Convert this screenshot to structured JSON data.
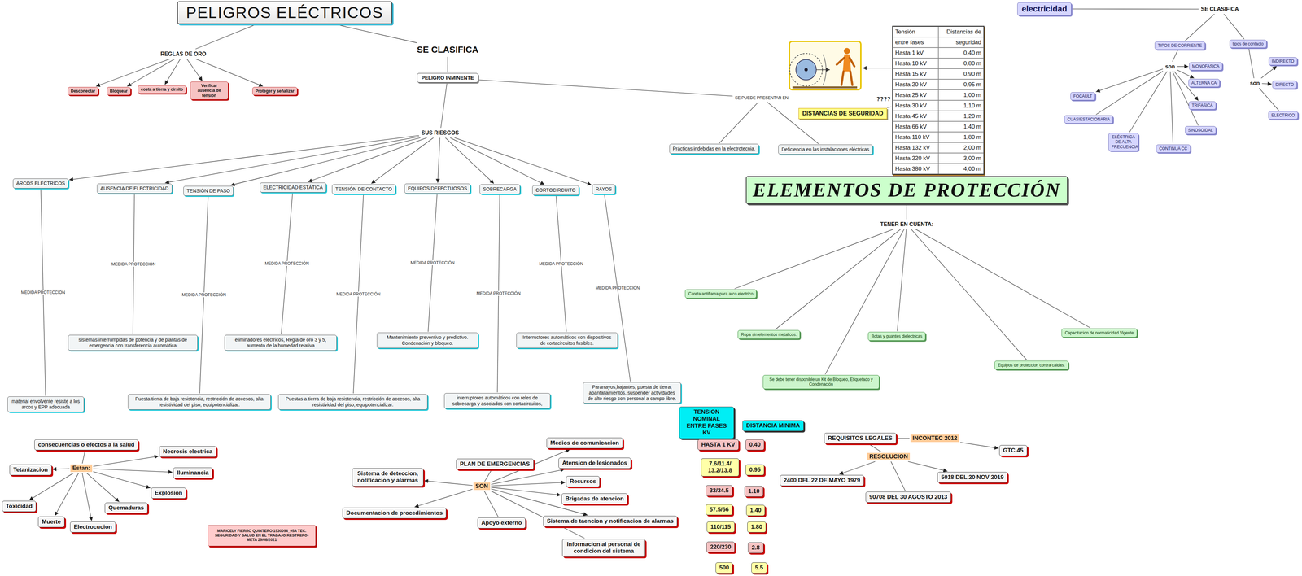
{
  "diagram": {
    "nodes": [
      {
        "text": [
          "PELIGROS ELÉCTRICOS"
        ]
      },
      {
        "text": [
          "REGLAS DE ORO"
        ]
      },
      {
        "text": [
          "SE CLASIFICA"
        ]
      },
      {
        "text": [
          "Desconectar"
        ]
      },
      {
        "text": [
          "Bloquear"
        ]
      },
      {
        "text": [
          "costa a tierra  y cirsito"
        ]
      },
      {
        "text": [
          "Verificar ausencia de tension"
        ]
      },
      {
        "text": [
          "Proteger y señalizar"
        ]
      },
      {
        "text": [
          "PELIGRO INMINENTE"
        ]
      },
      {
        "text": [
          "SUS RIESGOS"
        ]
      },
      {
        "text": [
          "SE PUEDE PRESENTAR EN:"
        ]
      },
      {
        "text": [
          "Prácticas indebidas en la electrotecnia."
        ]
      },
      {
        "text": [
          "Deficiencia en las instalaciones eléctricas"
        ]
      },
      {
        "text": [
          "ARCOS ELÉCTRICOS"
        ]
      },
      {
        "text": [
          "AUSENCIA DE ELECTRICIDAD"
        ]
      },
      {
        "text": [
          "TENSIÓN DE PASO"
        ]
      },
      {
        "text": [
          "ELECTRICIDAD ESTÁTICA"
        ]
      },
      {
        "text": [
          "TENSIÓN DE CONTACTO"
        ]
      },
      {
        "text": [
          "EQUIPOS DEFECTUOSOS"
        ]
      },
      {
        "text": [
          "SOBRECARGA"
        ]
      },
      {
        "text": [
          "CORTOCIRCUITO"
        ]
      },
      {
        "text": [
          "RAYOS"
        ]
      },
      {
        "text": [
          "material envolvente resiste a los arcos y EPP adecuada"
        ]
      },
      {
        "text": [
          "sistemas interrumpidas de potencia y de plantas de emergencia con transferencia automática"
        ]
      },
      {
        "text": [
          "Puesta tierra de baja resistencia, restricción de accesos, alta resistividad del piso, equipotencializar."
        ]
      },
      {
        "text": [
          "eliminadores eléctricos,  Regla de oro 3 y 5, aumento de la humedad relativa"
        ]
      },
      {
        "text": [
          "Puestas a tierra de baja resistencia, restricción de accesos, alta resistividad del piso, equipotencializar."
        ]
      },
      {
        "text": [
          "Mantenimiento preventivo y predictivo. Condenación y bloqueo."
        ]
      },
      {
        "text": [
          "interruptores automáticos con reles de sobrecarga y asociados con cortacircuitos,"
        ]
      },
      {
        "text": [
          "Interructores automáticos con dispositivos de cortacircuitos fusibles."
        ]
      },
      {
        "text": [
          "Pararrayos,bajantes, puesta de tierra, apantallamientos, suspender actividades de alto riesgo con personal a campo libre."
        ]
      },
      {
        "text": [
          "electricidad"
        ]
      },
      {
        "text": [
          "SE CLASIFICA"
        ]
      },
      {
        "text": [
          "TIPOS DE CORRIENTE"
        ]
      },
      {
        "text": [
          "tipos de contacto"
        ]
      },
      {
        "text": [
          "son"
        ]
      },
      {
        "text": [
          "son"
        ]
      },
      {
        "text": [
          "MONOFASICA"
        ]
      },
      {
        "text": [
          "ALTERNA CA"
        ]
      },
      {
        "text": [
          "TRIFASICA"
        ]
      },
      {
        "text": [
          "SINOSOIDAL"
        ]
      },
      {
        "text": [
          "CONTINUA CC"
        ]
      },
      {
        "text": [
          "ELÉCTRICA DE ALTA FRECUENCIA"
        ]
      },
      {
        "text": [
          "CUASIESTACIONARIA"
        ]
      },
      {
        "text": [
          "FOCAULT"
        ]
      },
      {
        "text": [
          "INDIRECTO"
        ]
      },
      {
        "text": [
          "DIRECTO"
        ]
      },
      {
        "text": [
          "ELECTRICO"
        ]
      },
      {
        "text": [
          "Tensión",
          "Distancias de",
          "entre fases",
          "seguridad",
          "Hasta 1 kV",
          "0,40 m",
          "Hasta 10 kV",
          "0,80 m",
          "Hasta 15 kV",
          "0,90 m",
          "Hasta 20 kV",
          "0,95 m",
          "Hasta 25 kV",
          "1,00 m",
          "Hasta 30 kV",
          "1,10 m",
          "Hasta 45 kV",
          "1,20 m",
          "Hasta 66 kV",
          "1,40 m",
          "Hasta 110 kV",
          "1,80 m",
          "Hasta 132 kV",
          "2,00 m",
          "Hasta 220 kV",
          "3,00 m",
          "Hasta 380 kV",
          "4,00 m"
        ]
      },
      {
        "text": [
          "DISTANCIAS DE SEGURIDAD"
        ]
      },
      {
        "text": [
          "ELEMENTOS DE PROTECCIÓN"
        ]
      },
      {
        "text": [
          "TENER EN CUENTA:"
        ]
      },
      {
        "text": [
          "Careta antiflama para arco electrico"
        ]
      },
      {
        "text": [
          "Ropa  sin elementos metalicos."
        ]
      },
      {
        "text": [
          "Se debe tener disponible un Kit de Bloqueo, Etiquetado y Condenación"
        ]
      },
      {
        "text": [
          "Botas y guantes dielectricas"
        ]
      },
      {
        "text": [
          "Equipos de proteccion contra caidas."
        ]
      },
      {
        "text": [
          "Capacitacion  de normaticidad Vigente"
        ]
      },
      {
        "text": [
          "consecuencias o efectos a la salud"
        ]
      },
      {
        "text": [
          "Estan:"
        ]
      },
      {
        "text": [
          "Tetanizacion"
        ]
      },
      {
        "text": [
          "Toxicidad"
        ]
      },
      {
        "text": [
          "Muerte"
        ]
      },
      {
        "text": [
          "Electrocucion"
        ]
      },
      {
        "text": [
          "Quemaduras"
        ]
      },
      {
        "text": [
          "Explosion"
        ]
      },
      {
        "text": [
          "Iluminancia"
        ]
      },
      {
        "text": [
          "Necrosis electrica"
        ]
      },
      {
        "text": [
          "MARICELY FIERRO QUINTERO 1530094_95A TEC. SEGURIDAD Y SALUD EN EL TRABAJO RESTREPO-META 29/08/2021"
        ]
      },
      {
        "text": [
          "PLAN DE EMERGENCIAS"
        ]
      },
      {
        "text": [
          "SON"
        ]
      },
      {
        "text": [
          "Sistema de deteccion, notificacion y alarmas"
        ]
      },
      {
        "text": [
          "Documentacion de procedimientos"
        ]
      },
      {
        "text": [
          "Apoyo externo"
        ]
      },
      {
        "text": [
          "Medios de comunicacion"
        ]
      },
      {
        "text": [
          "Atension de lesionados"
        ]
      },
      {
        "text": [
          "Recursos"
        ]
      },
      {
        "text": [
          "Brigadas de atencion"
        ]
      },
      {
        "text": [
          "Sistema de taencion y notificacion de alarmas"
        ]
      },
      {
        "text": [
          "Informacion al personal de condicion del sistema"
        ]
      },
      {
        "text": [
          "TENSION NOMINAL ENTRE FASES KV"
        ]
      },
      {
        "text": [
          "DISTANCIA MINIMA"
        ]
      },
      {
        "text": [
          "HASTA 1 KV"
        ]
      },
      {
        "text": [
          "0.40"
        ]
      },
      {
        "text": [
          "7.6/11.4/ 13.2/13.8"
        ]
      },
      {
        "text": [
          "0.95"
        ]
      },
      {
        "text": [
          "33/34.5"
        ]
      },
      {
        "text": [
          "1.10"
        ]
      },
      {
        "text": [
          "57.5/66"
        ]
      },
      {
        "text": [
          "1.40"
        ]
      },
      {
        "text": [
          "110/115"
        ]
      },
      {
        "text": [
          "1.80"
        ]
      },
      {
        "text": [
          "220/230"
        ]
      },
      {
        "text": [
          "2.8"
        ]
      },
      {
        "text": [
          "500"
        ]
      },
      {
        "text": [
          "5.5"
        ]
      },
      {
        "text": [
          "REQUISITOS LEGALES"
        ]
      },
      {
        "text": [
          "INCONTEC 2012"
        ]
      },
      {
        "text": [
          "GTC 45"
        ]
      },
      {
        "text": [
          "RESOLUCION"
        ]
      },
      {
        "text": [
          "2400 DEL 22 DE MAYO 1979"
        ]
      },
      {
        "text": [
          "5018 DEL 20 NOV 2019"
        ]
      },
      {
        "text": [
          "90708 DEL 30 AGOSTO 2013"
        ]
      }
    ],
    "edges": [
      {
        "from": 0,
        "to": 1,
        "arrow": "none"
      },
      {
        "from": 0,
        "to": 2,
        "arrow": "none"
      },
      {
        "from": 1,
        "to": 3,
        "arrow": "to"
      },
      {
        "from": 1,
        "to": 4,
        "arrow": "to"
      },
      {
        "from": 1,
        "to": 5,
        "arrow": "to"
      },
      {
        "from": 1,
        "to": 6,
        "arrow": "to"
      },
      {
        "from": 1,
        "to": 7,
        "arrow": "to"
      },
      {
        "from": 2,
        "to": 8,
        "arrow": "none"
      },
      {
        "from": 8,
        "to": 9,
        "arrow": "none"
      },
      {
        "from": 8,
        "to": 10,
        "arrow": "none"
      },
      {
        "from": 10,
        "to": 11,
        "arrow": "none"
      },
      {
        "from": 10,
        "to": 12,
        "arrow": "none"
      },
      {
        "from": 9,
        "to": 13,
        "arrow": "to"
      },
      {
        "from": 9,
        "to": 14,
        "arrow": "to"
      },
      {
        "from": 9,
        "to": 15,
        "arrow": "to"
      },
      {
        "from": 9,
        "to": 16,
        "arrow": "to"
      },
      {
        "from": 9,
        "to": 17,
        "arrow": "to"
      },
      {
        "from": 9,
        "to": 18,
        "arrow": "to"
      },
      {
        "from": 9,
        "to": 19,
        "arrow": "to"
      },
      {
        "from": 9,
        "to": 20,
        "arrow": "to"
      },
      {
        "from": 9,
        "to": 21,
        "arrow": "to"
      },
      {
        "from": 13,
        "to": 22,
        "arrow": "none",
        "label": "MEDIDA PROTECCIÓN"
      },
      {
        "from": 14,
        "to": 23,
        "arrow": "none",
        "label": "MEDIDA PROTECCIÓN"
      },
      {
        "from": 15,
        "to": 24,
        "arrow": "none",
        "label": "MEDIDA PROTECCIÓN"
      },
      {
        "from": 16,
        "to": 25,
        "arrow": "none",
        "label": "MEDIDA PROTECCIÓN"
      },
      {
        "from": 17,
        "to": 26,
        "arrow": "none",
        "label": "MEDIDA PROTECCIÓN"
      },
      {
        "from": 18,
        "to": 27,
        "arrow": "none",
        "label": "MEDIDA PROTECCIÓN"
      },
      {
        "from": 19,
        "to": 28,
        "arrow": "none",
        "label": "MEDIDA PROTECCIÓN"
      },
      {
        "from": 20,
        "to": 29,
        "arrow": "none",
        "label": "MEDIDA PROTECCIÓN"
      },
      {
        "from": 21,
        "to": 30,
        "arrow": "none",
        "label": "MEDIDA PROTECCIÓN"
      },
      {
        "from": 31,
        "to": 32,
        "arrow": "none"
      },
      {
        "from": 32,
        "to": 33,
        "arrow": "none"
      },
      {
        "from": 32,
        "to": 34,
        "arrow": "none"
      },
      {
        "from": 33,
        "to": 35,
        "arrow": "none"
      },
      {
        "from": 35,
        "to": 37,
        "arrow": "to"
      },
      {
        "from": 35,
        "to": 38,
        "arrow": "to"
      },
      {
        "from": 35,
        "to": 39,
        "arrow": "to"
      },
      {
        "from": 35,
        "to": 40,
        "arrow": "none"
      },
      {
        "from": 35,
        "to": 41,
        "arrow": "none"
      },
      {
        "from": 35,
        "to": 42,
        "arrow": "none"
      },
      {
        "from": 35,
        "to": 43,
        "arrow": "none"
      },
      {
        "from": 35,
        "to": 44,
        "arrow": "to"
      },
      {
        "from": 34,
        "to": 36,
        "arrow": "none"
      },
      {
        "from": 36,
        "to": 45,
        "arrow": "to"
      },
      {
        "from": 36,
        "to": 46,
        "arrow": "to"
      },
      {
        "from": 36,
        "to": 47,
        "arrow": "none"
      },
      {
        "from": 49,
        "to": 48,
        "arrow": "none"
      },
      {
        "from": 50,
        "to": 51,
        "arrow": "none"
      },
      {
        "from": 51,
        "to": 52,
        "arrow": "none"
      },
      {
        "from": 51,
        "to": 53,
        "arrow": "none"
      },
      {
        "from": 51,
        "to": 54,
        "arrow": "none"
      },
      {
        "from": 51,
        "to": 55,
        "arrow": "none"
      },
      {
        "from": 51,
        "to": 56,
        "arrow": "none"
      },
      {
        "from": 51,
        "to": 57,
        "arrow": "none"
      },
      {
        "from": 58,
        "to": 59,
        "arrow": "none"
      },
      {
        "from": 59,
        "to": 60,
        "arrow": "to"
      },
      {
        "from": 59,
        "to": 61,
        "arrow": "to"
      },
      {
        "from": 59,
        "to": 62,
        "arrow": "to"
      },
      {
        "from": 59,
        "to": 63,
        "arrow": "to"
      },
      {
        "from": 59,
        "to": 64,
        "arrow": "to"
      },
      {
        "from": 59,
        "to": 65,
        "arrow": "to"
      },
      {
        "from": 59,
        "to": 66,
        "arrow": "to"
      },
      {
        "from": 59,
        "to": 67,
        "arrow": "to"
      },
      {
        "from": 69,
        "to": 70,
        "arrow": "none"
      },
      {
        "from": 70,
        "to": 71,
        "arrow": "to"
      },
      {
        "from": 70,
        "to": 72,
        "arrow": "to"
      },
      {
        "from": 70,
        "to": 73,
        "arrow": "none"
      },
      {
        "from": 70,
        "to": 74,
        "arrow": "to"
      },
      {
        "from": 70,
        "to": 75,
        "arrow": "to"
      },
      {
        "from": 70,
        "to": 76,
        "arrow": "to"
      },
      {
        "from": 70,
        "to": 77,
        "arrow": "to"
      },
      {
        "from": 70,
        "to": 78,
        "arrow": "to"
      },
      {
        "from": 70,
        "to": 79,
        "arrow": "none"
      },
      {
        "from": 96,
        "to": 97,
        "arrow": "none"
      },
      {
        "from": 97,
        "to": 98,
        "arrow": "to"
      },
      {
        "from": 96,
        "to": 99,
        "arrow": "none"
      },
      {
        "from": 99,
        "to": 100,
        "arrow": "to"
      },
      {
        "from": 99,
        "to": 101,
        "arrow": "to"
      },
      {
        "from": 99,
        "to": 102,
        "arrow": "none"
      }
    ],
    "labels": [
      "????"
    ]
  }
}
